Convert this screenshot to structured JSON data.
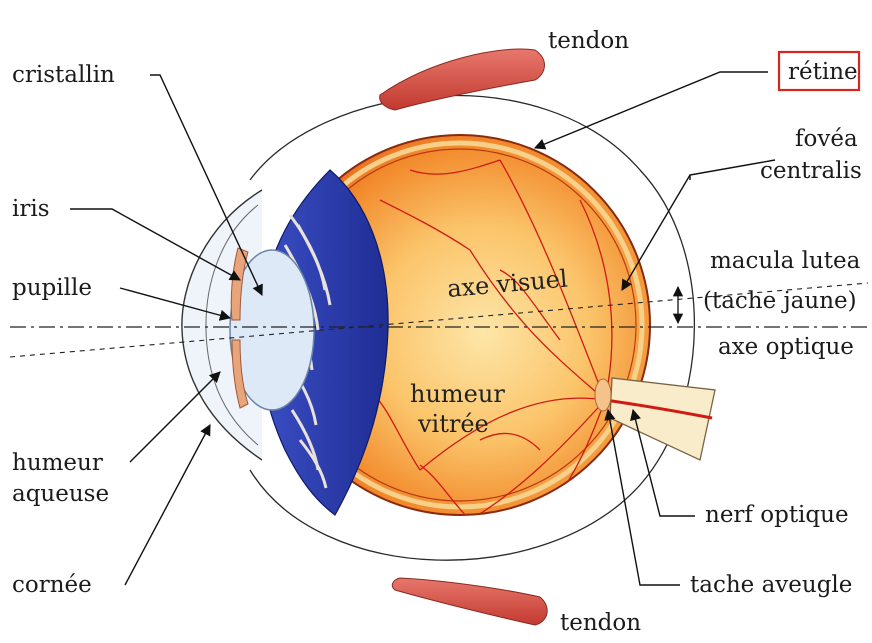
{
  "labels": {
    "cristallin": "cristallin",
    "iris": "iris",
    "pupille": "pupille",
    "humeur_aqueuse_1": "humeur",
    "humeur_aqueuse_2": "aqueuse",
    "cornee": "cornée",
    "tendon_top": "tendon",
    "tendon_bottom": "tendon",
    "retine": "rétine",
    "fovea_1": "fovéa",
    "fovea_2": "centralis",
    "macula_1": "macula lutea",
    "macula_2": "(tache jaune)",
    "axe_optique": "axe optique",
    "nerf_optique": "nerf optique",
    "tache_aveugle": "tache aveugle",
    "axe_visuel": "axe visuel",
    "humeur_vitree_1": "humeur",
    "humeur_vitree_2": "vitrée"
  },
  "highlight": {
    "label": "rétine",
    "color": "#d9261c"
  },
  "colors": {
    "eyeball_outer": "#e0541a",
    "eyeball_inner": "#fbc46a",
    "iris_blue": "#2a3aa8",
    "lens": "#dde9f6",
    "muscle": "#d9534a",
    "nerve": "#f8eccb",
    "vessel": "#cf1b14"
  }
}
